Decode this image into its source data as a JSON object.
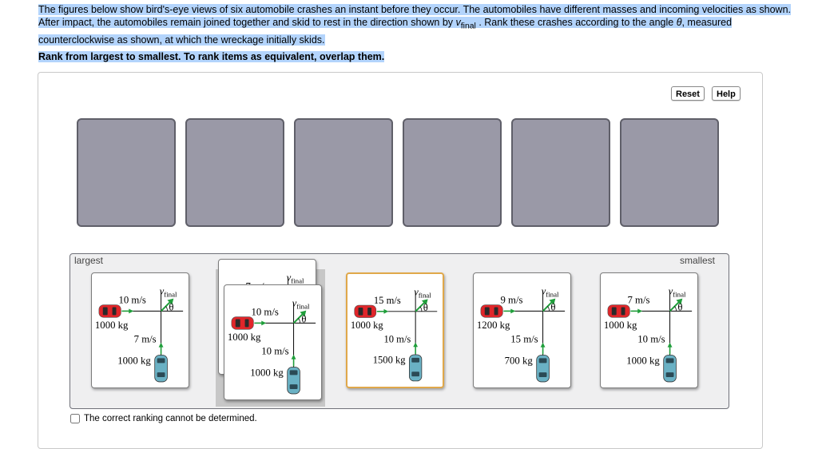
{
  "intro": {
    "part1": "The figures below show bird's-eye views of six automobile crashes an instant before they occur. The automobiles have different masses and incoming velocities as shown. After impact, the automobiles remain joined together and skid to rest in the direction shown by ",
    "vsym": "v",
    "vsub": "final",
    "part2": " . Rank these crashes according to the angle ",
    "theta": "θ",
    "part3": ", measured counterclockwise as shown, at which the wreckage initially skids."
  },
  "instruction": "Rank from largest to smallest. To rank items as equivalent, overlap them.",
  "toolbar": {
    "reset_label": "Reset",
    "help_label": "Help"
  },
  "rank_area": {
    "largest_label": "largest",
    "smallest_label": "smallest"
  },
  "labels": {
    "v": "v",
    "final": "final",
    "theta": "θ"
  },
  "cards": [
    {
      "car_speed": "10 m/s",
      "car_mass": "1000 kg",
      "truck_speed": "7 m/s",
      "truck_mass": "1000 kg"
    },
    {
      "car_speed": "7 m/s",
      "car_mass": "",
      "truck_speed": "",
      "truck_mass": ""
    },
    {
      "car_speed": "10 m/s",
      "car_mass": "1000 kg",
      "truck_speed": "10 m/s",
      "truck_mass": "1000 kg"
    },
    {
      "car_speed": "15 m/s",
      "car_mass": "1000 kg",
      "truck_speed": "10 m/s",
      "truck_mass": "1500 kg"
    },
    {
      "car_speed": "9 m/s",
      "car_mass": "1200 kg",
      "truck_speed": "15 m/s",
      "truck_mass": "700 kg"
    },
    {
      "car_speed": "7 m/s",
      "car_mass": "1000 kg",
      "truck_speed": "10 m/s",
      "truck_mass": "1000 kg"
    }
  ],
  "colors": {
    "car": "#e0262a",
    "truck": "#6ab1c4",
    "arrow_green": "#1f9e3a",
    "slot": "#9a99a7"
  },
  "checkbox_label": "The correct ranking cannot be determined."
}
